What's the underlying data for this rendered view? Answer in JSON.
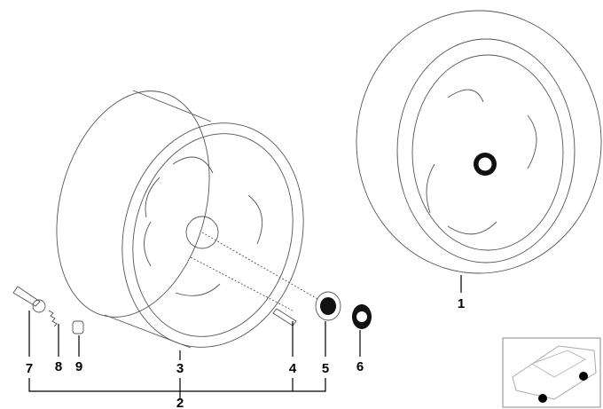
{
  "diagram": {
    "title": "BMW light alloy wheel assembly",
    "callouts": [
      "1",
      "2",
      "3",
      "4",
      "5",
      "6",
      "7",
      "8",
      "9"
    ]
  }
}
